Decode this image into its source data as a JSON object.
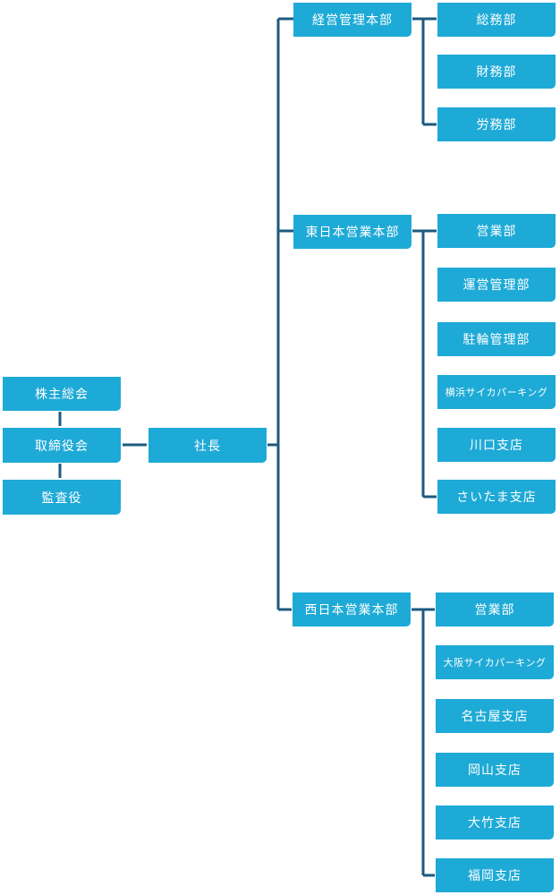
{
  "colors": {
    "box": "#1eaad6",
    "line": "#1d5a7f",
    "text": "#ffffff"
  },
  "governance": {
    "shareholders": "株主総会",
    "board": "取締役会",
    "auditor": "監査役"
  },
  "president": "社長",
  "divisions": [
    {
      "name": "経営管理本部",
      "departments": [
        "総務部",
        "財務部",
        "労務部"
      ]
    },
    {
      "name": "東日本営業本部",
      "departments": [
        "営業部",
        "運営管理部",
        "駐輪管理部",
        "横浜サイカパーキング",
        "川口支店",
        "さいたま支店"
      ]
    },
    {
      "name": "西日本営業本部",
      "departments": [
        "営業部",
        "大阪サイカパーキング",
        "名古屋支店",
        "岡山支店",
        "大竹支店",
        "福岡支店"
      ]
    }
  ]
}
